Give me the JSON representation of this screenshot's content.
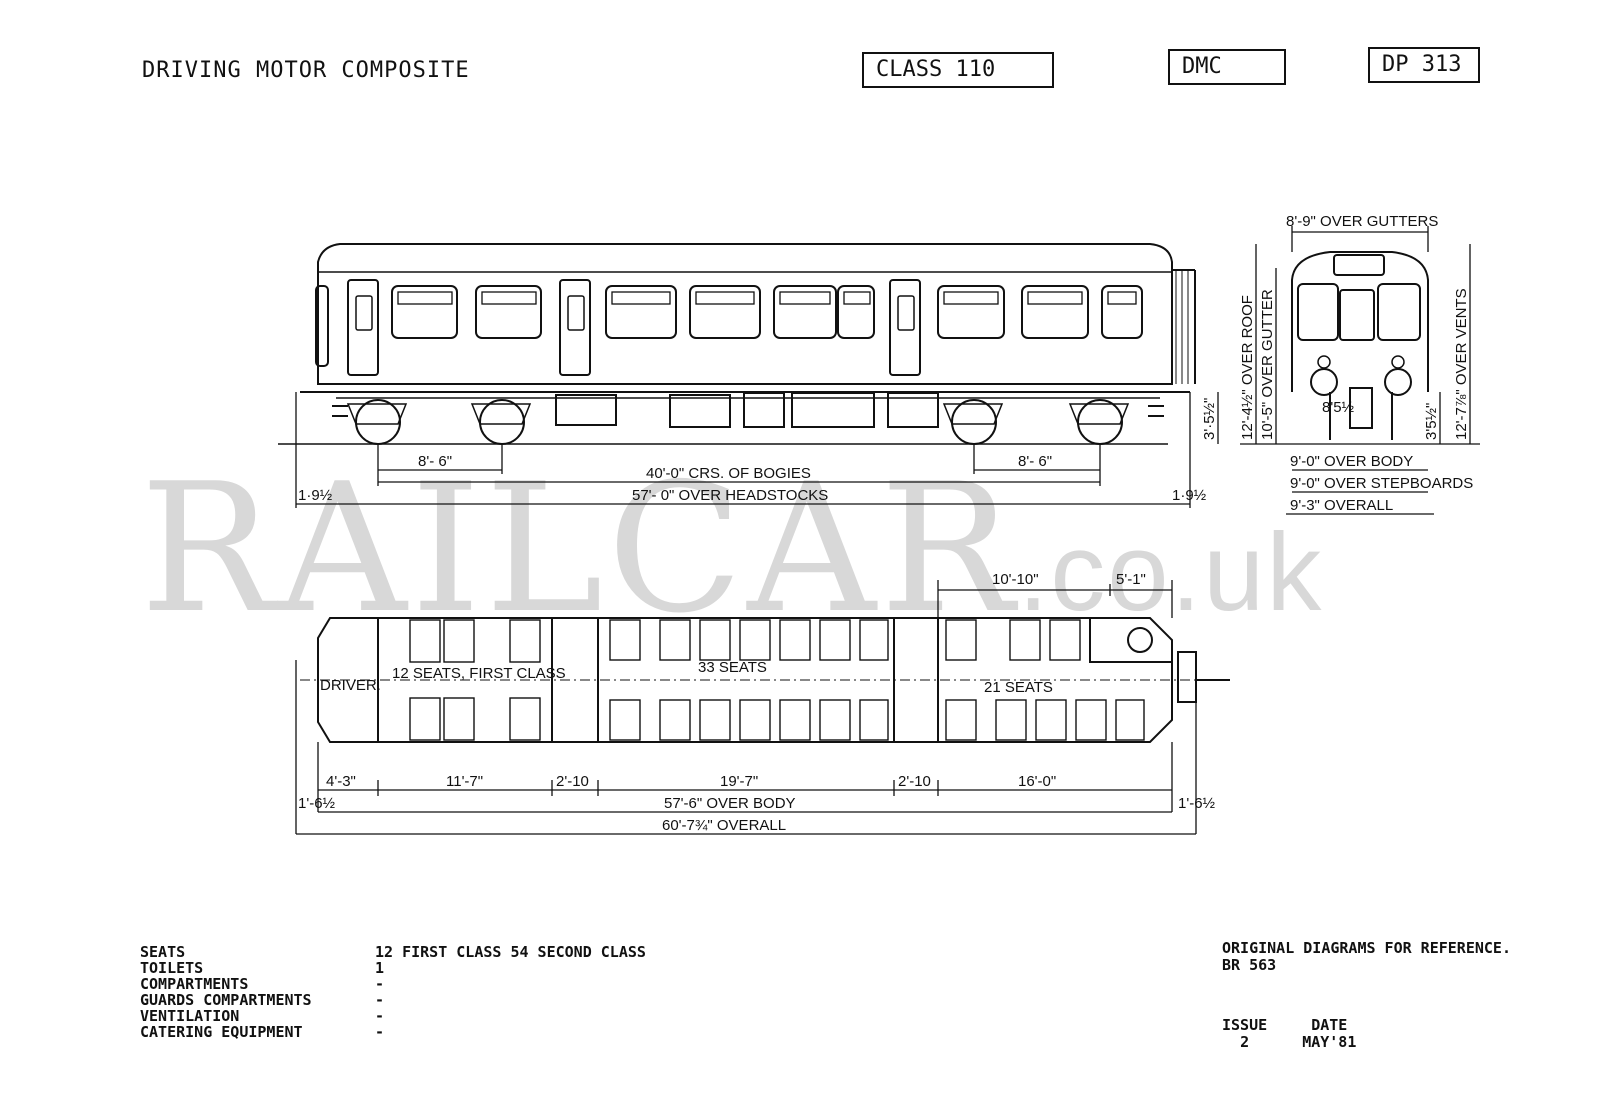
{
  "header": {
    "title": "DRIVING MOTOR COMPOSITE",
    "class_box": "CLASS 110",
    "type_box": "DMC",
    "diagram_box": "DP 313"
  },
  "watermark": {
    "main": "RAILCAR",
    "suffix": ".co.uk"
  },
  "elevation": {
    "bogie_wheelbase_left": "8'- 6\"",
    "bogie_wheelbase_right": "8'- 6\"",
    "bogie_centres": "40'-0\" CRS. OF BOGIES",
    "headstocks": "57'- 0\" OVER HEADSTOCKS",
    "overhang_left": "1·9½",
    "overhang_right": "1·9½",
    "height_floor": "3'·5½\""
  },
  "end_view": {
    "over_gutters": "8'-9\" OVER GUTTERS",
    "over_roof": "12'-4½\" OVER ROOF",
    "over_gutter": "10'-5\" OVER GUTTER",
    "over_vents": "12'-7⅞\" OVER VENTS",
    "buffer_centres": "8'5½",
    "buffer_height": "3'5½\"",
    "over_body": "9'-0\" OVER BODY",
    "over_stepboards": "9'-0\" OVER STEPBOARDS",
    "overall_width": "9'-3\" OVERALL"
  },
  "plan": {
    "driver": "DRIVER.",
    "first_class": "12 SEATS, FIRST CLASS",
    "seats_33": "33 SEATS",
    "seats_21": "21 SEATS",
    "dim_10_10": "10'-10\"",
    "dim_5_1": "5'-1\"",
    "dim_4_3": "4'-3\"",
    "dim_11_7": "11'-7\"",
    "dim_2_10a": "2'-10",
    "dim_19_7": "19'-7\"",
    "dim_2_10b": "2'-10",
    "dim_16_0": "16'-0\"",
    "end_left": "1'-6½",
    "end_right": "1'-6½",
    "over_body": "57'-6\" OVER BODY",
    "overall": "60'-7¾\" OVERALL"
  },
  "specs": [
    {
      "label": "SEATS",
      "value": "12 FIRST CLASS 54 SECOND CLASS"
    },
    {
      "label": "TOILETS",
      "value": "1"
    },
    {
      "label": "COMPARTMENTS",
      "value": "-"
    },
    {
      "label": "GUARDS COMPARTMENTS",
      "value": "-"
    },
    {
      "label": "VENTILATION",
      "value": "-"
    },
    {
      "label": "CATERING EQUIPMENT",
      "value": "-"
    }
  ],
  "reference": {
    "line1": "ORIGINAL DIAGRAMS FOR REFERENCE.",
    "line2": "BR 563"
  },
  "issue": {
    "issue_label": "ISSUE",
    "issue_value": "2",
    "date_label": "DATE",
    "date_value": "MAY'81"
  }
}
